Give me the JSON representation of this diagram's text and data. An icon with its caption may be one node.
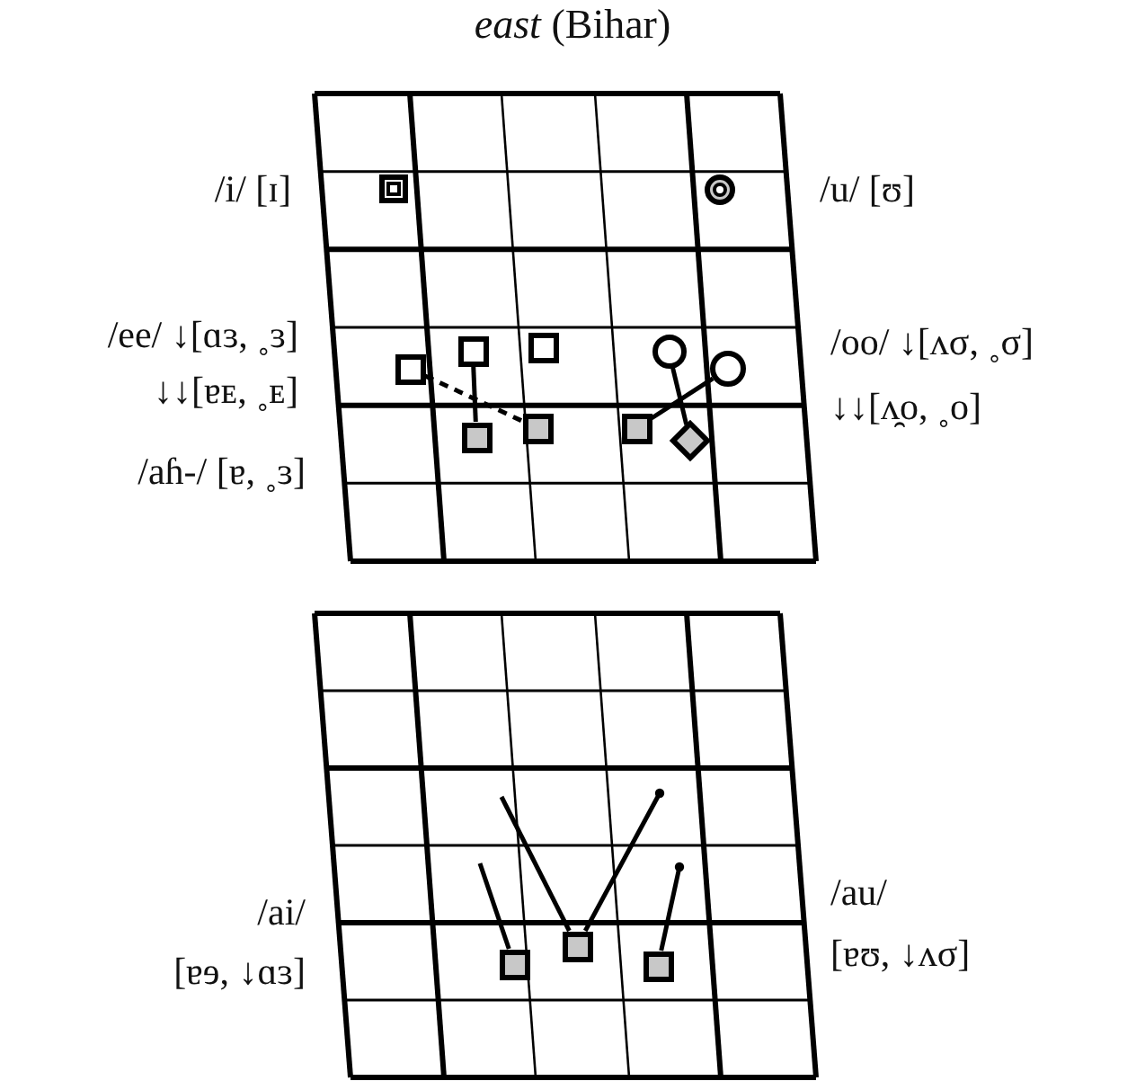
{
  "diagram": {
    "title": "*east* (Bihar)",
    "nodes": [
      {
        "text": [],
        "shape": "box"
      },
      {
        "text": [],
        "shape": "circle"
      },
      {
        "text": [],
        "shape": "box"
      },
      {
        "text": [],
        "shape": "box"
      },
      {
        "text": [],
        "shape": "box"
      },
      {
        "text": [],
        "shape": "circle"
      },
      {
        "text": [],
        "shape": "circle"
      },
      {
        "text": [],
        "shape": "box"
      },
      {
        "text": [],
        "shape": "box"
      },
      {
        "text": [],
        "shape": "box"
      },
      {
        "text": [],
        "shape": "diamond"
      },
      {
        "text": [],
        "shape": "box"
      },
      {
        "text": [],
        "shape": "box"
      },
      {
        "text": [],
        "shape": "box"
      }
    ],
    "edges": [
      {
        "from": 2,
        "to": 8,
        "arrow": "none",
        "style": "dashed"
      },
      {
        "from": 3,
        "to": 7,
        "arrow": "none"
      },
      {
        "from": 5,
        "to": 10,
        "arrow": "none"
      },
      {
        "from": 9,
        "to": 6,
        "arrow": "none"
      },
      {
        "from": null,
        "to": 11,
        "arrow": "none"
      },
      {
        "from": null,
        "to": 12,
        "arrow": "none"
      },
      {
        "from": null,
        "to": 12,
        "arrow": "other"
      },
      {
        "from": null,
        "to": 13,
        "arrow": "other"
      }
    ],
    "labels": [
      "/i/ [ɪ]",
      "/u/ [ʊ]",
      "/ee/ ↓[ɑɜ, ˳ɜ]",
      "/oo/ ↓[ʌσ, ˳σ]",
      "↓↓[ɐᴇ, ˳ᴇ]",
      "↓↓[ʌ̯o, ˳o]",
      "/aɦ-/ [ɐ, ˳ɜ]",
      "/ai/",
      "/au/",
      "[ɐɘ, ↓ɑɜ]",
      "[ɐʊ, ↓ʌσ]"
    ]
  }
}
